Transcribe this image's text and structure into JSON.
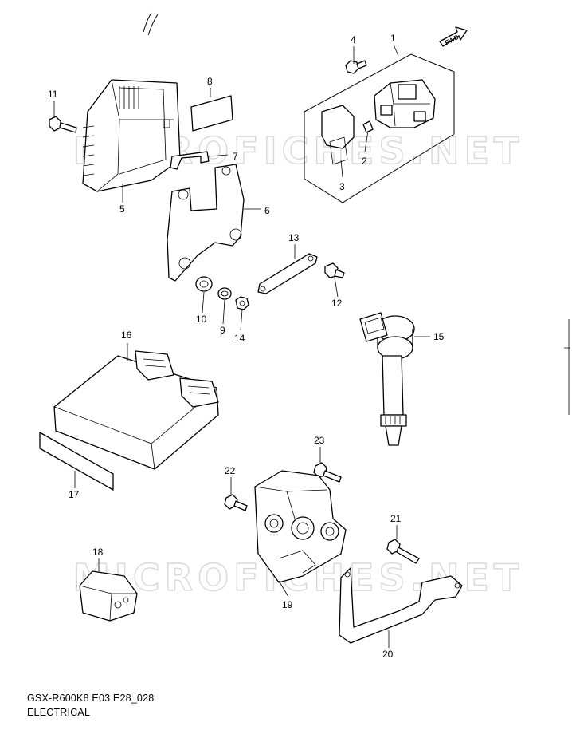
{
  "watermark": "MICROFICHES.NET",
  "fwd_label": "FWD",
  "callouts": {
    "p1": "1",
    "p2": "2",
    "p3": "3",
    "p4": "4",
    "p5": "5",
    "p6": "6",
    "p7": "7",
    "p8": "8",
    "p9": "9",
    "p10": "10",
    "p11": "11",
    "p12": "12",
    "p13": "13",
    "p14": "14",
    "p15": "15",
    "p16": "16",
    "p17": "17",
    "p18": "18",
    "p19": "19",
    "p20": "20",
    "p21": "21",
    "p22": "22",
    "p23": "23"
  },
  "footer": {
    "code": "GSX-R600K8 E03 E28_028",
    "title": "ELECTRICAL"
  }
}
